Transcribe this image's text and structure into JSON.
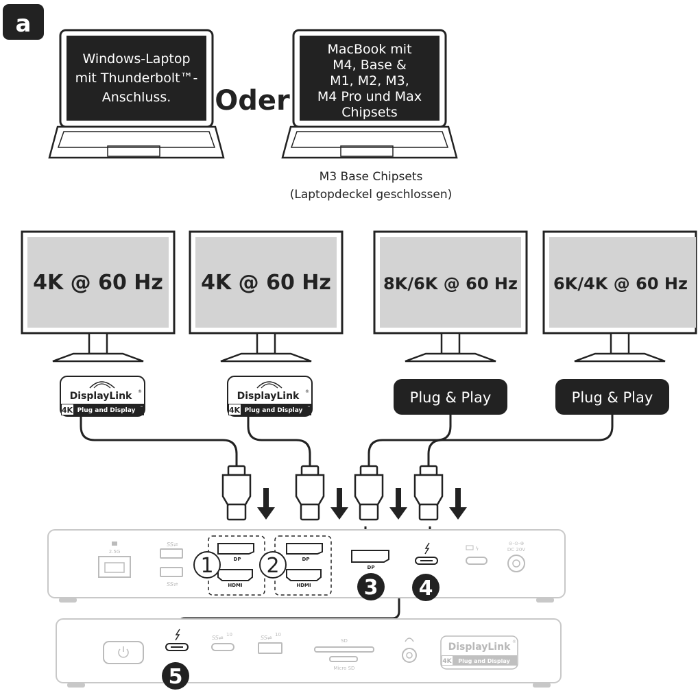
{
  "panel_label": "a",
  "laptops": {
    "left_screen": [
      "Windows-Laptop",
      "mit Thunderbolt™-",
      "Anschluss."
    ],
    "or_word": "Oder",
    "right_screen": [
      "MacBook mit",
      "M4, Base &",
      "M1, M2, M3,",
      "M4 Pro und Max",
      "Chipsets"
    ],
    "right_note": [
      "M3 Base Chipsets",
      "(Laptopdeckel geschlossen)"
    ]
  },
  "monitors": [
    {
      "label": "4K @ 60 Hz",
      "adapter": "displaylink"
    },
    {
      "label": "4K @ 60 Hz",
      "adapter": "displaylink"
    },
    {
      "label": "8K/6K @ 60 Hz",
      "adapter": "plug-and-play"
    },
    {
      "label": "6K/4K @ 60 Hz",
      "adapter": "plug-and-play"
    }
  ],
  "displaylink_badge": {
    "brand": "DisplayLink",
    "reg": "®",
    "res": "4K",
    "tagline": "Plug and Display",
    "tm": "™"
  },
  "plug_play_label": "Plug & Play",
  "port_labels": {
    "dp": "DP",
    "hdmi": "HDMI",
    "lan_speed": "2.5G",
    "dc": "DC 20V",
    "sd": "SD",
    "microsd": "Micro SD",
    "usb_speed": "10"
  },
  "callouts": [
    "1",
    "2",
    "3",
    "4",
    "5"
  ],
  "front_badge": {
    "brand": "DisplayLink",
    "reg": "®",
    "res": "4K",
    "tagline": "Plug and Display"
  },
  "colors": {
    "black": "#222222",
    "screen_gray": "#d3d3d3",
    "dock_outline": "#c8c8c8"
  }
}
